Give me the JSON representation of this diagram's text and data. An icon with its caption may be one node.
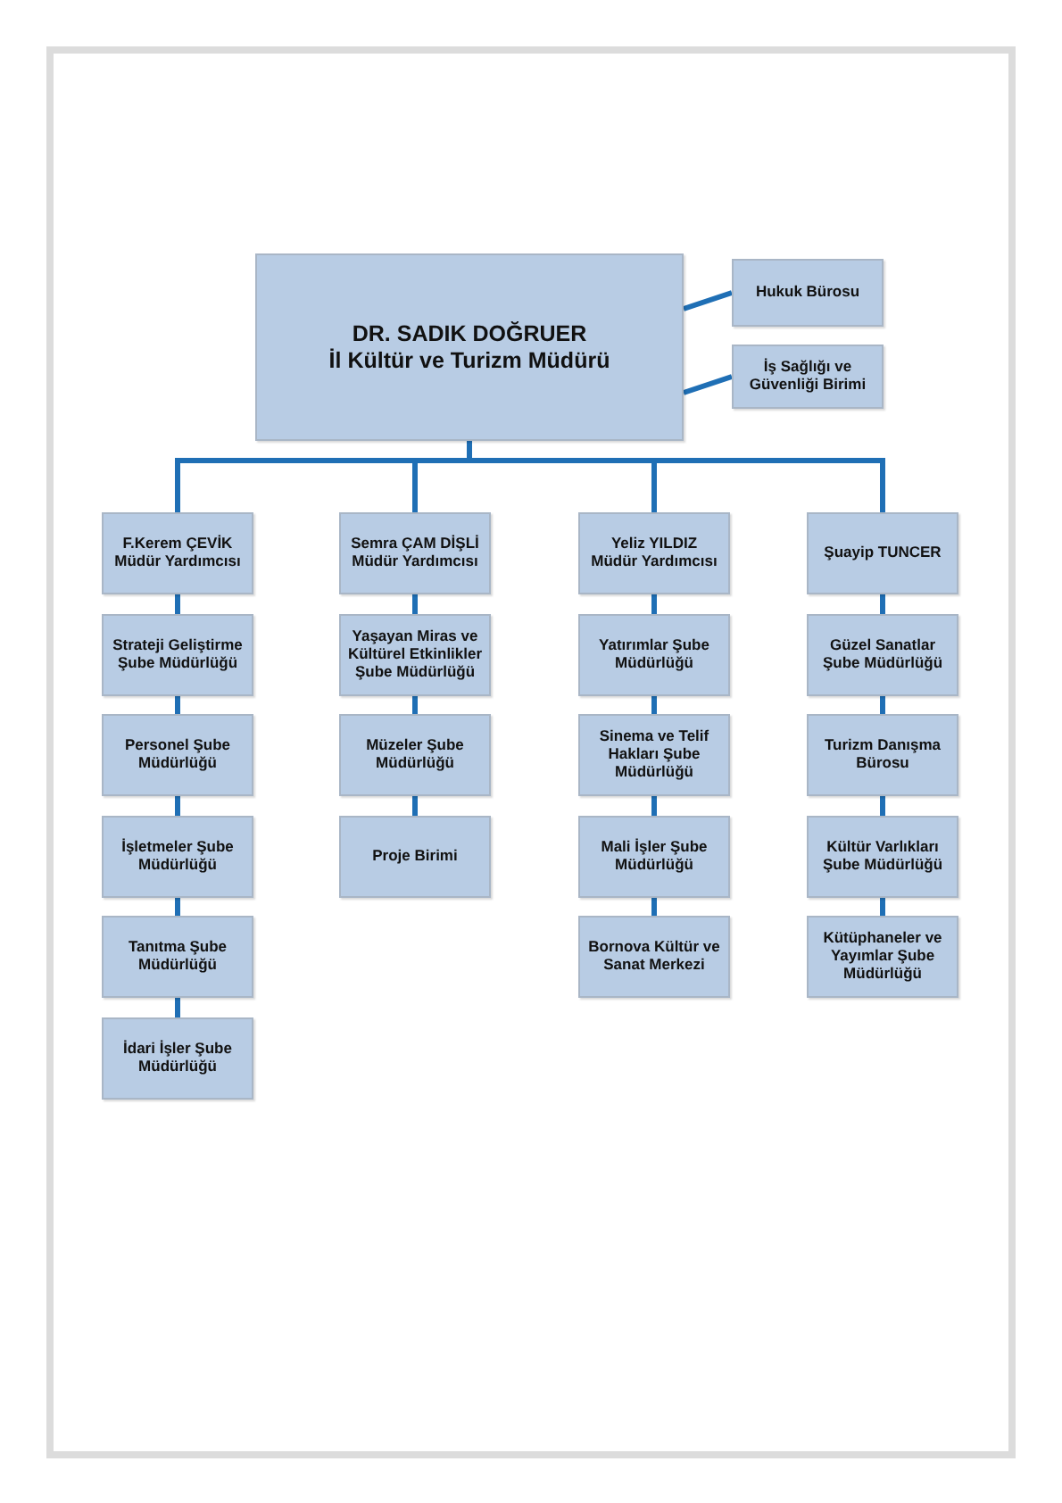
{
  "diagram": {
    "nodes": [
      {
        "text": [
          "DR. SADIK DOĞRUER",
          "İl Kültür ve Turizm Müdürü"
        ]
      },
      {
        "text": [
          "Hukuk Bürosu"
        ]
      },
      {
        "text": [
          "İş Sağlığı ve Güvenliği Birimi"
        ]
      },
      {
        "text": [
          "F.Kerem ÇEVİK",
          "Müdür Yardımcısı"
        ]
      },
      {
        "text": [
          "Strateji Geliştirme Şube Müdürlüğü"
        ]
      },
      {
        "text": [
          "Personel Şube Müdürlüğü"
        ]
      },
      {
        "text": [
          "İşletmeler Şube Müdürlüğü"
        ]
      },
      {
        "text": [
          "Tanıtma Şube Müdürlüğü"
        ]
      },
      {
        "text": [
          "İdari İşler Şube Müdürlüğü"
        ]
      },
      {
        "text": [
          "Semra ÇAM DİŞLİ",
          "Müdür Yardımcısı"
        ]
      },
      {
        "text": [
          "Yaşayan Miras ve Kültürel Etkinlikler Şube Müdürlüğü"
        ]
      },
      {
        "text": [
          "Müzeler Şube Müdürlüğü"
        ]
      },
      {
        "text": [
          "Proje Birimi"
        ]
      },
      {
        "text": [
          "Yeliz YILDIZ",
          "Müdür Yardımcısı"
        ]
      },
      {
        "text": [
          "Yatırımlar Şube Müdürlüğü"
        ]
      },
      {
        "text": [
          "Sinema ve Telif Hakları Şube Müdürlüğü"
        ]
      },
      {
        "text": [
          "Mali İşler Şube Müdürlüğü"
        ]
      },
      {
        "text": [
          "Bornova Kültür ve Sanat Merkezi"
        ]
      },
      {
        "text": [
          "Şuayip TUNCER"
        ]
      },
      {
        "text": [
          "Güzel Sanatlar Şube Müdürlüğü"
        ]
      },
      {
        "text": [
          "Turizm Danışma Bürosu"
        ]
      },
      {
        "text": [
          "Kültür Varlıkları Şube Müdürlüğü"
        ]
      },
      {
        "text": [
          "Kütüphaneler ve Yayımlar Şube Müdürlüğü"
        ]
      }
    ],
    "edges": [
      {
        "from": 0,
        "to": 1,
        "arrow": "none"
      },
      {
        "from": 0,
        "to": 2,
        "arrow": "none"
      },
      {
        "from": 0,
        "to": 3,
        "arrow": "none"
      },
      {
        "from": 0,
        "to": 9,
        "arrow": "none"
      },
      {
        "from": 0,
        "to": 13,
        "arrow": "none"
      },
      {
        "from": 0,
        "to": 18,
        "arrow": "none"
      },
      {
        "from": 3,
        "to": 4,
        "arrow": "none"
      },
      {
        "from": 4,
        "to": 5,
        "arrow": "none"
      },
      {
        "from": 5,
        "to": 6,
        "arrow": "none"
      },
      {
        "from": 6,
        "to": 7,
        "arrow": "none"
      },
      {
        "from": 7,
        "to": 8,
        "arrow": "none"
      },
      {
        "from": 9,
        "to": 10,
        "arrow": "none"
      },
      {
        "from": 10,
        "to": 11,
        "arrow": "none"
      },
      {
        "from": 11,
        "to": 12,
        "arrow": "none"
      },
      {
        "from": 13,
        "to": 14,
        "arrow": "none"
      },
      {
        "from": 14,
        "to": 15,
        "arrow": "none"
      },
      {
        "from": 15,
        "to": 16,
        "arrow": "none"
      },
      {
        "from": 16,
        "to": 17,
        "arrow": "none"
      },
      {
        "from": 18,
        "to": 19,
        "arrow": "none"
      },
      {
        "from": 19,
        "to": 20,
        "arrow": "none"
      },
      {
        "from": 20,
        "to": 21,
        "arrow": "none"
      },
      {
        "from": 21,
        "to": 22,
        "arrow": "none"
      }
    ]
  }
}
